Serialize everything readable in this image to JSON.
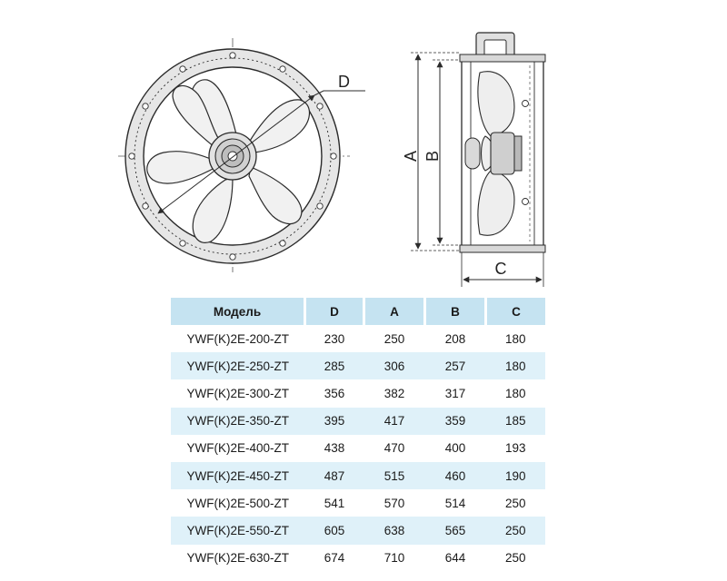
{
  "drawing": {
    "labels": {
      "d": "D",
      "a": "A",
      "b": "B",
      "c": "C"
    },
    "colors": {
      "line": "#2b2b2b",
      "fill_light": "#ececec",
      "fill_mid": "#d6d6d6",
      "fill_dark": "#b8b8b8"
    }
  },
  "table": {
    "headers": [
      "Модель",
      "D",
      "A",
      "B",
      "C"
    ],
    "rows": [
      [
        "YWF(K)2E-200-ZT",
        "230",
        "250",
        "208",
        "180"
      ],
      [
        "YWF(K)2E-250-ZT",
        "285",
        "306",
        "257",
        "180"
      ],
      [
        "YWF(K)2E-300-ZT",
        "356",
        "382",
        "317",
        "180"
      ],
      [
        "YWF(K)2E-350-ZT",
        "395",
        "417",
        "359",
        "185"
      ],
      [
        "YWF(K)2E-400-ZT",
        "438",
        "470",
        "400",
        "193"
      ],
      [
        "YWF(K)2E-450-ZT",
        "487",
        "515",
        "460",
        "190"
      ],
      [
        "YWF(K)2E-500-ZT",
        "541",
        "570",
        "514",
        "250"
      ],
      [
        "YWF(K)2E-550-ZT",
        "605",
        "638",
        "565",
        "250"
      ],
      [
        "YWF(K)2E-630-ZT",
        "674",
        "710",
        "644",
        "250"
      ]
    ],
    "colors": {
      "header_bg": "#c5e3f1",
      "stripe_bg": "#dff1f9"
    }
  }
}
